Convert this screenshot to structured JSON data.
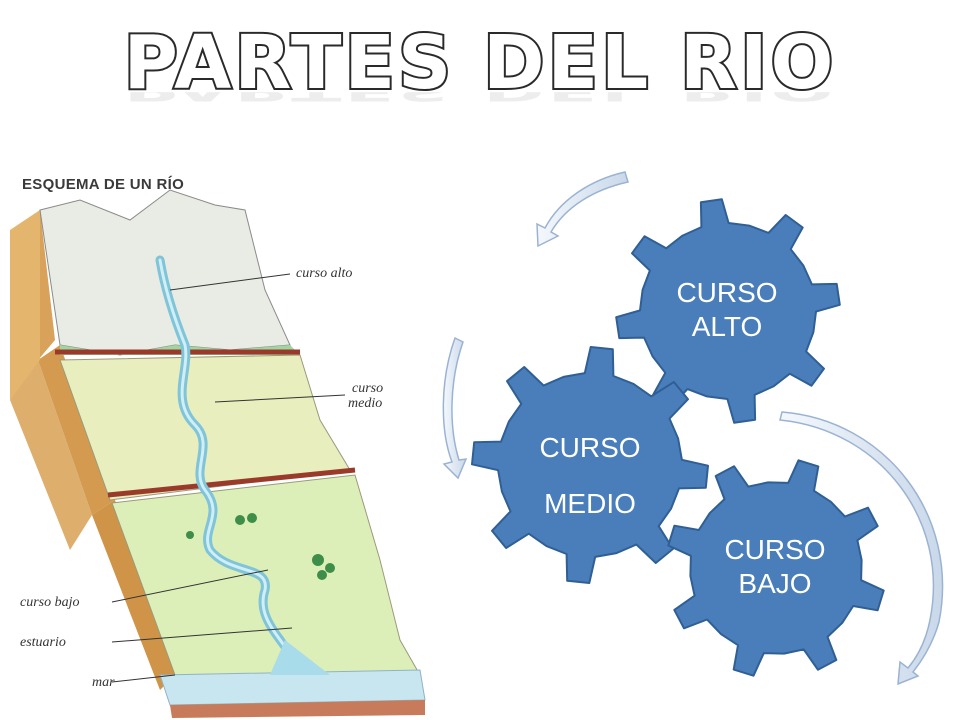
{
  "title": "PARTES DEL RIO",
  "scheme": {
    "title": "ESQUEMA DE UN RÍO",
    "labels": {
      "curso_alto": "curso alto",
      "curso_medio_1": "curso",
      "curso_medio_2": "medio",
      "curso_bajo": "curso bajo",
      "estuario": "estuario",
      "mar": "mar"
    }
  },
  "gears": {
    "alto_1": "CURSO",
    "alto_2": "ALTO",
    "medio_1": "CURSO",
    "medio_2": "MEDIO",
    "bajo_1": "CURSO",
    "bajo_2": "BAJO"
  },
  "colors": {
    "gear_fill": "#4a7ebb",
    "gear_stroke": "#2f5f94",
    "arrow_fill": "#dce7f3",
    "arrow_stroke": "#9bb3d3"
  }
}
